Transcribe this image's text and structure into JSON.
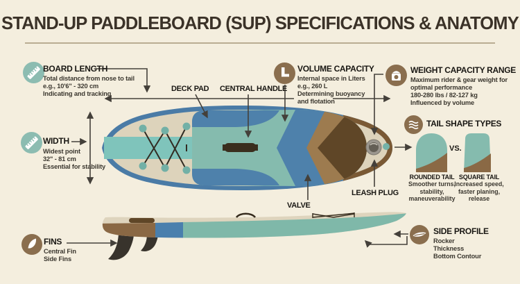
{
  "title": "STAND-UP PADDLEBOARD (SUP) SPECIFICATIONS & ANATOMY",
  "specs": {
    "board_length": {
      "heading": "BOARD LENGTH",
      "icon": "ruler-icon",
      "lines": [
        "Total distance from nose to tail",
        "e.g., 10'6\" - 320 cm",
        "Indicating and tracking"
      ]
    },
    "width": {
      "heading": "WIDTH",
      "icon": "ruler-icon",
      "lines": [
        "Widest point",
        "32\" - 81 cm",
        "Essential for stability"
      ]
    },
    "fins": {
      "heading": "FINS",
      "icon": "fin-icon",
      "lines": [
        "Central Fin",
        "Side Fins"
      ]
    },
    "volume": {
      "heading": "VOLUME CAPACITY",
      "icon": "liters-icon",
      "lines": [
        "Internal space in Liters",
        "e.g., 260 L",
        "Determining buoyancy",
        "and flotation"
      ]
    },
    "weight": {
      "heading": "WEIGHT CAPACITY RANGE",
      "icon": "scale-icon",
      "lines": [
        "Maximum rider & gear weight for",
        "optimal performance",
        "180-280 lbs / 82-127 kg",
        "Influenced by volume"
      ]
    },
    "side_profile": {
      "heading": "SIDE PROFILE",
      "icon": "profile-icon",
      "lines": [
        "Rocker",
        "Thickness",
        "Bottom Contour"
      ]
    }
  },
  "tail_shapes": {
    "heading": "TAIL SHAPE TYPES",
    "icon": "waves-icon",
    "vs": "VS.",
    "rounded": {
      "name": "ROUNDED TAIL",
      "lines": [
        "Smoother turns,",
        "stability,",
        "maneuverability"
      ]
    },
    "square": {
      "name": "SQUARE TAIL",
      "lines": [
        "Increased speed,",
        "faster planing,",
        "release"
      ]
    }
  },
  "board_labels": {
    "deck_pad": "DECK PAD",
    "central_handle": "CENTRAL HANDLE",
    "valve": "VALVE",
    "leash_plug": "LEASH PLUG"
  },
  "colors": {
    "background": "#f4eede",
    "title_text": "#3b3228",
    "title_rule": "#b9ac92",
    "body_text": "#3b372f",
    "connector": "#44403a",
    "icon_teal": "#8cbcb1",
    "icon_brown": "#8a6e4e",
    "board_outline_blue": "#4a7ba6",
    "board_tail_outline_brown": "#7a5934",
    "deck_cream": "#ddd3bb",
    "nose_stripe_teal": "#7fc4bb",
    "pad_teal": "#85bbae",
    "pad_blue": "#4e81ab",
    "pad_brown": "#9d7b4f",
    "tail_pad_dark_brown": "#5f4627",
    "fin_dark": "#38332c",
    "leash_plug_gray": "#9b968e"
  }
}
